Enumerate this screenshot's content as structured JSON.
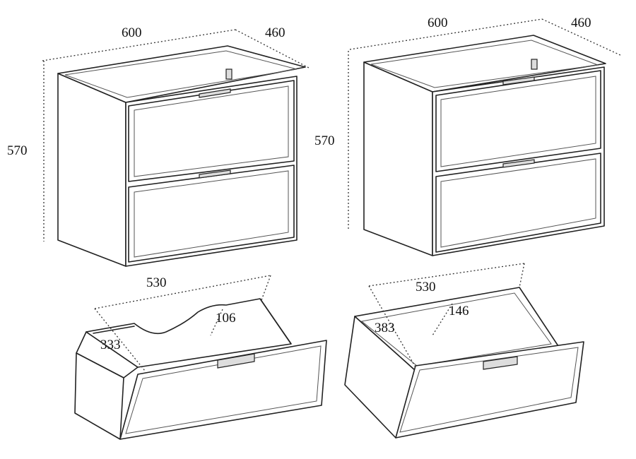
{
  "cabinet_left": {
    "width": "600",
    "depth": "460",
    "height": "570"
  },
  "cabinet_right": {
    "width": "600",
    "depth": "460",
    "height": "570"
  },
  "drawer_left": {
    "width": "530",
    "depth": "333",
    "cutout_depth": "106"
  },
  "drawer_right": {
    "width": "530",
    "depth": "383",
    "inner_depth": "146"
  }
}
